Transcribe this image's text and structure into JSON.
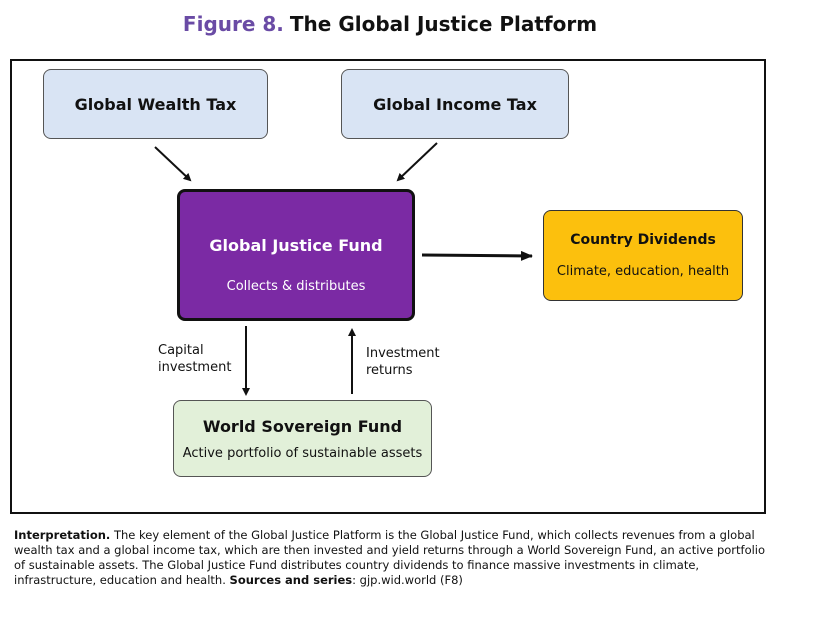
{
  "title": {
    "number": "Figure 8.",
    "text": "The Global Justice Platform"
  },
  "nodes": {
    "wealth_tax": {
      "label": "Global Wealth Tax"
    },
    "income_tax": {
      "label": "Global Income Tax"
    },
    "justice_fund": {
      "label": "Global Justice Fund",
      "sublabel": "Collects & distributes"
    },
    "dividends": {
      "label": "Country Dividends",
      "sublabel": "Climate, education, health"
    },
    "sovereign_fund": {
      "label": "World Sovereign Fund",
      "sublabel": "Active portfolio of sustainable assets"
    }
  },
  "edges": {
    "capital_investment": {
      "line1": "Capital",
      "line2": "investment"
    },
    "investment_returns": {
      "line1": "Investment",
      "line2": "returns"
    }
  },
  "caption": {
    "interpretation_label": "Interpretation.",
    "interpretation_text": " The key element of the Global Justice Platform is the Global Justice Fund, which collects revenues from a global wealth tax and a global income tax, which are then invested and yield returns through a World Sovereign Fund, an active portfolio of sustainable assets. The Global Justice Fund distributes country dividends to finance massive investments in climate, infrastructure, education and health.",
    "sources_label": "Sources and series",
    "sources_text": ": gjp.wid.world (F8)"
  },
  "colors": {
    "title_accent": "#6a4ba5",
    "tax_box": "#d9e4f4",
    "fund_box": "#7b2aa4",
    "dividends_box": "#fcc00d",
    "sovereign_box": "#e2f0d9"
  }
}
